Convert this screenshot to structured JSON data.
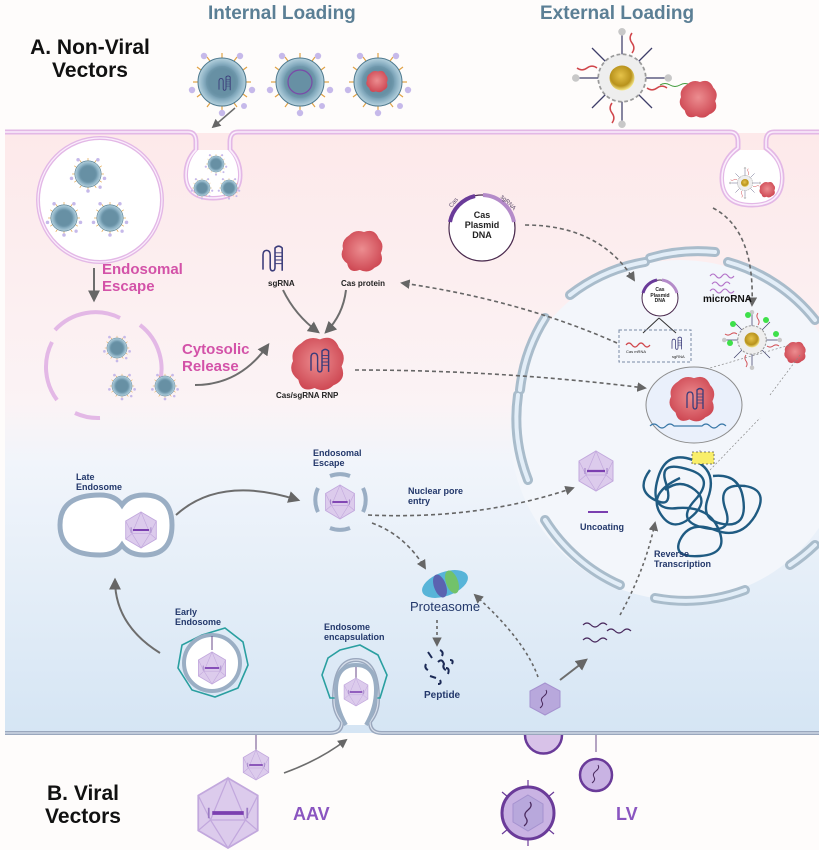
{
  "sections": {
    "non_viral": "A. Non-Viral\nVectors",
    "viral": "B. Viral\nVectors"
  },
  "loading": {
    "internal": "Internal Loading",
    "external": "External Loading"
  },
  "non_viral_steps": {
    "endosomal_escape": "Endosomal\nEscape",
    "cytosolic_release": "Cytosolic\nRelease"
  },
  "components": {
    "sgrna": "sgRNA",
    "cas_protein": "Cas protein",
    "rnp": "Cas/sgRNA RNP",
    "plasmid": "Cas\nPlasmid\nDNA",
    "plasmid_small": "Cas\nPlasmid\nDNA",
    "plasmid_arc_cas": "Cas",
    "plasmid_arc_sgrna": "sgRNA",
    "mirna": "microRNA",
    "cas_mrna": "Cas mRNA",
    "sgrna_small": "sgRNA"
  },
  "viral_steps": {
    "late_endosome": "Late\nEndosome",
    "endosomal_escape": "Endosomal\nEscape",
    "nuclear_pore": "Nuclear pore\nentry",
    "uncoating": "Uncoating",
    "reverse_transcription": "Reverse\nTranscription",
    "proteasome": "Proteasome",
    "peptide": "Peptide",
    "early_endosome": "Early\nEndosome",
    "encapsulation": "Endosome\nencapsulation"
  },
  "vectors": {
    "aav": "AAV",
    "lv": "LV"
  },
  "colors": {
    "cytoplasm_top": "#fde9ea",
    "cytoplasm_bottom": "#d9e7f4",
    "membrane_top": "#e3b8e6",
    "membrane_bottom": "#9aa7bd",
    "nucleus_envelope": "#a9bccb",
    "nucleus_fill": "#f4f7fc",
    "loading_title": "#5b7f95",
    "step_pink": "#d352a8",
    "step_navy": "#23386b",
    "viral_purple": "#8a55c0",
    "cas_red": "#d9545e",
    "chromatin": "#1f5b82",
    "arrow_gray": "#6d6d6d"
  }
}
